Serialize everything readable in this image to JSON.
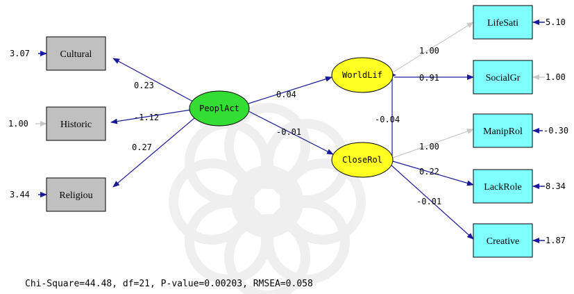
{
  "colors": {
    "observed_left_fill": "#c0c0c0",
    "observed_right_fill": "#80ffff",
    "exogenous_fill": "#33dd33",
    "endogenous_fill": "#ffff22",
    "path_color": "#1a1a99",
    "fixed_path_color": "#c8c8c8"
  },
  "latent": {
    "peoplact": "PeoplAct",
    "worldlif": "WorldLif",
    "closerol": "CloseRol"
  },
  "observed": {
    "cultural": "Cultural",
    "historic": "Historic",
    "religiou": "Religiou",
    "lifesati": "LifeSati",
    "socialgr": "SocialGr",
    "maniprol": "ManipRol",
    "lackrole": "LackRole",
    "creative": "Creative"
  },
  "error_variances": {
    "cultural": "3.07",
    "historic": "1.00",
    "religiou": "3.44",
    "lifesati": "5.10",
    "socialgr": "1.00",
    "maniprol": "-0.30",
    "lackrole": "8.34",
    "creative": "1.87"
  },
  "loadings": {
    "peoplact_cultural": "0.23",
    "peoplact_historic": "-1.12",
    "peoplact_religiou": "0.27",
    "peoplact_worldlif": "0.04",
    "peoplact_closerol": "-0.01",
    "closerol_worldlif": "-0.04",
    "worldlif_lifesati": "1.00",
    "worldlif_socialgr": "0.91",
    "closerol_maniprol": "1.00",
    "closerol_lackrole": "0.22",
    "closerol_creative": "-0.01"
  },
  "fit_statistics": "Chi-Square=44.48, df=21, P-value=0.00203, RMSEA=0.058"
}
